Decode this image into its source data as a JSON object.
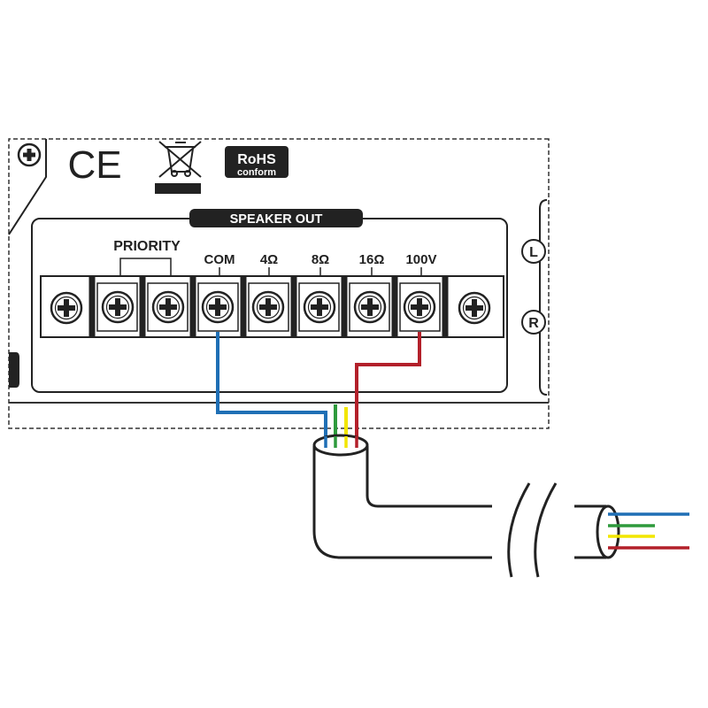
{
  "marks": {
    "ce": "CE",
    "rohs_line1": "RoHS",
    "rohs_line2": "conform"
  },
  "panel": {
    "title": "SPEAKER OUT",
    "priority_label": "PRIORITY",
    "terminal_labels": [
      "COM",
      "4Ω",
      "8Ω",
      "16Ω",
      "100V"
    ]
  },
  "side_jacks": {
    "left": "L",
    "right": "R"
  },
  "wire_colors": {
    "blue": "#1f6fb5",
    "green": "#2e9a3c",
    "yellow": "#f2e600",
    "red": "#b3202a"
  },
  "icons": [
    "screw-icon",
    "ce-mark-icon",
    "weee-bin-icon",
    "rohs-badge-icon"
  ]
}
